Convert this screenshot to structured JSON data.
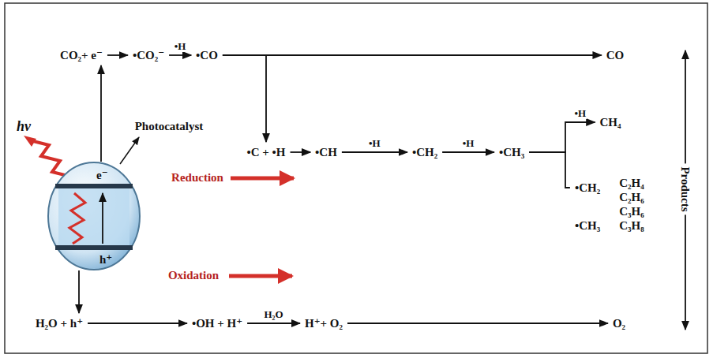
{
  "diagram": {
    "nodes": [
      {
        "text": [
          "CO₂+ e⁻"
        ]
      },
      {
        "text": [
          "•CO₂⁻"
        ]
      },
      {
        "text": [
          "•CO"
        ]
      },
      {
        "text": [
          "CO"
        ]
      },
      {
        "text": [
          "•C + •H"
        ]
      },
      {
        "text": [
          "•CH"
        ]
      },
      {
        "text": [
          "•CH₂"
        ]
      },
      {
        "text": [
          "•CH₃"
        ]
      },
      {
        "text": [
          "CH₄"
        ]
      },
      {
        "text": [
          "•CH₂"
        ]
      },
      {
        "text": [
          "C₂H₄",
          "C₂H₆",
          "C₃H₆",
          "C₃H₈"
        ]
      },
      {
        "text": [
          "•CH₃"
        ]
      },
      {
        "text": [
          "e⁻",
          "h⁺"
        ]
      },
      {
        "text": [
          "H₂O + h⁺"
        ]
      },
      {
        "text": [
          "•OH + H⁺"
        ]
      },
      {
        "text": [
          "H⁺+ O₂"
        ]
      },
      {
        "text": [
          "O₂"
        ]
      }
    ],
    "edges": [
      {
        "from": 0,
        "to": 1,
        "arrow": "to"
      },
      {
        "from": 1,
        "to": 2,
        "label": "•H",
        "arrow": "to"
      },
      {
        "from": 2,
        "to": 3,
        "arrow": "to"
      },
      {
        "from": 2,
        "to": 4,
        "arrow": "to"
      },
      {
        "from": 4,
        "to": 5,
        "arrow": "to"
      },
      {
        "from": 5,
        "to": 6,
        "label": "•H",
        "arrow": "to"
      },
      {
        "from": 6,
        "to": 7,
        "label": "•H",
        "arrow": "to"
      },
      {
        "from": 7,
        "to": 8,
        "label": "•H",
        "arrow": "to"
      },
      {
        "from": 7,
        "to": 9,
        "arrow": "none"
      },
      {
        "from": 12,
        "to": 0,
        "arrow": "to"
      },
      {
        "from": 12,
        "to": 13,
        "arrow": "to"
      },
      {
        "from": 13,
        "to": 14,
        "arrow": "to"
      },
      {
        "from": 14,
        "to": 15,
        "label": "H₂O",
        "arrow": "to"
      },
      {
        "from": 15,
        "to": 16,
        "arrow": "to"
      }
    ],
    "labels": [
      "hν",
      "Photocatalyst",
      "Reduction",
      "Oxidation",
      "Products"
    ]
  }
}
